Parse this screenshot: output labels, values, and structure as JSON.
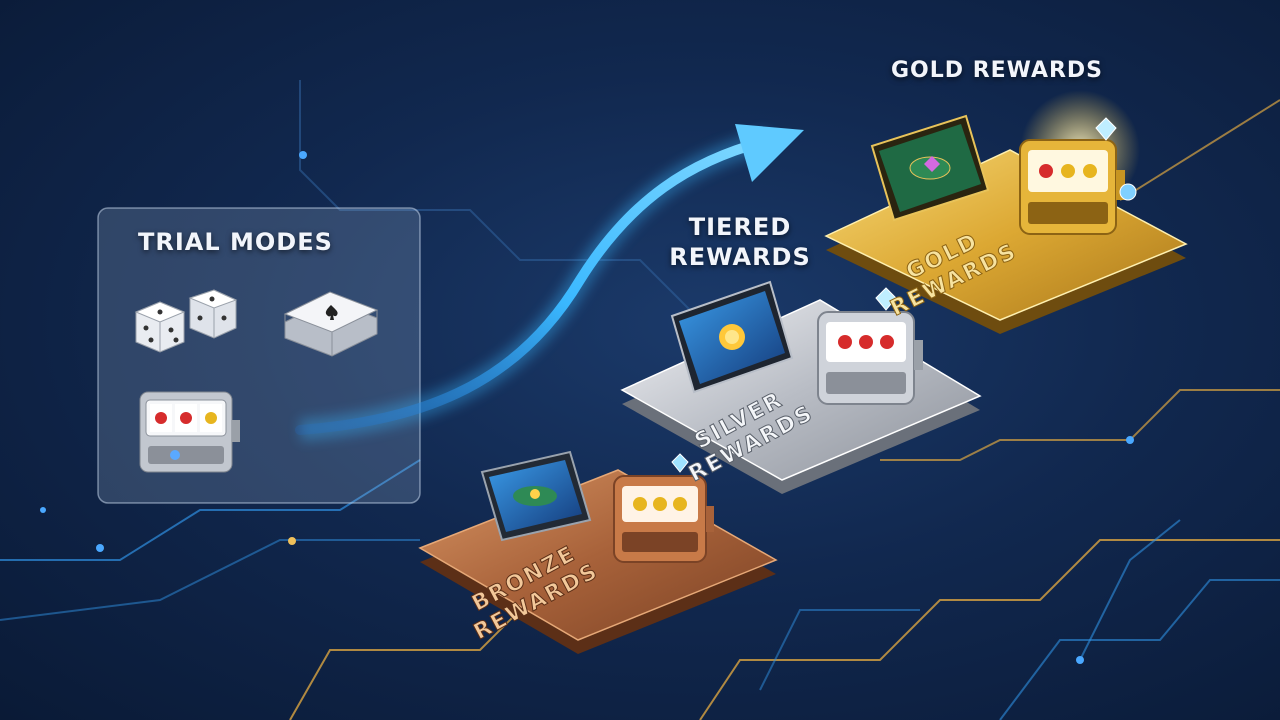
{
  "trial": {
    "title": "TRIAL MODES"
  },
  "tiered": {
    "line1": "TIERED",
    "line2": "REWARDS"
  },
  "gold_header": "GOLD REWARDS",
  "tiers": {
    "bronze": {
      "line1": "BRONZE",
      "line2": "REWARDS"
    },
    "silver": {
      "line1": "SILVER",
      "line2": "REWARDS"
    },
    "gold": {
      "line1": "GOLD",
      "line2": "REWARDS"
    }
  },
  "colors": {
    "background": "#11284f",
    "arrow": "#3ab8ff",
    "circuit_gold": "#d9a441",
    "circuit_blue": "#2f8fe0",
    "bronze": "#b06a3c",
    "silver": "#c9ccd2",
    "gold": "#e0b033"
  },
  "icons": [
    "dice-icon",
    "playing-cards-icon",
    "slot-machine-icon",
    "tablet-icon",
    "diamond-icon"
  ]
}
